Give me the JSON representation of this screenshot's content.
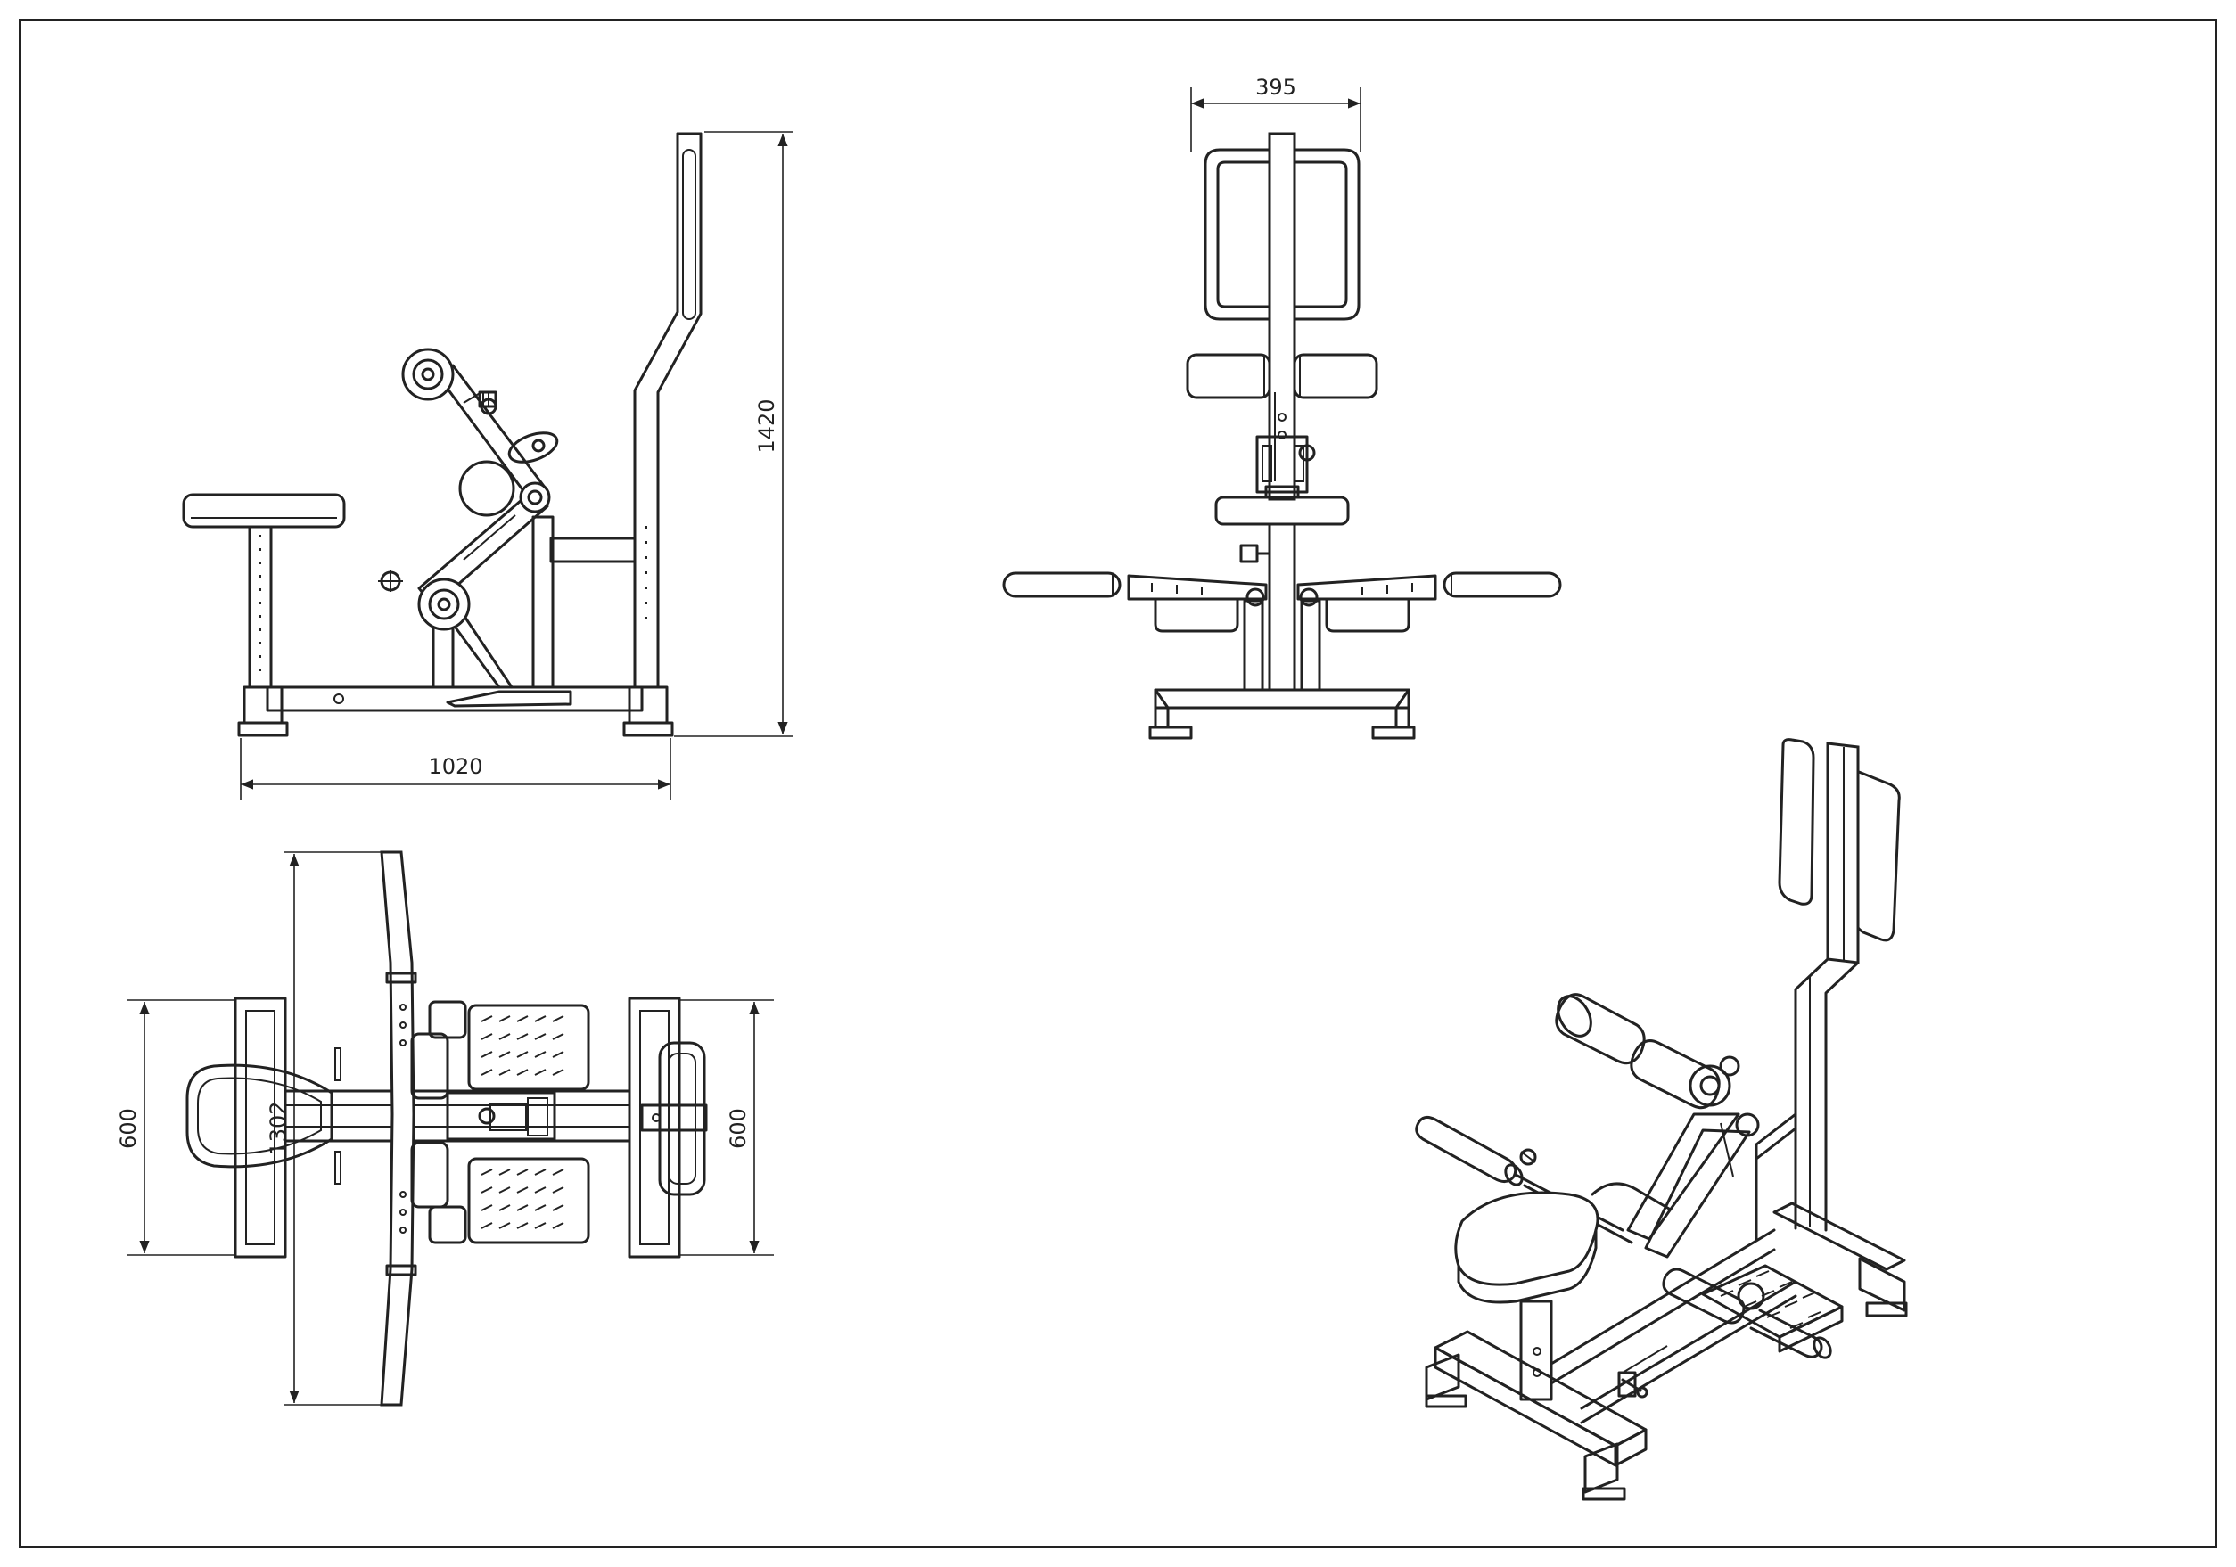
{
  "drawing": {
    "dims": {
      "side_width": "1020",
      "side_height": "1420",
      "front_width": "395",
      "top_length": "1302",
      "top_depth_left": "600",
      "top_depth_right": "600"
    }
  },
  "colors": {
    "line": "#222222",
    "background": "#ffffff"
  }
}
